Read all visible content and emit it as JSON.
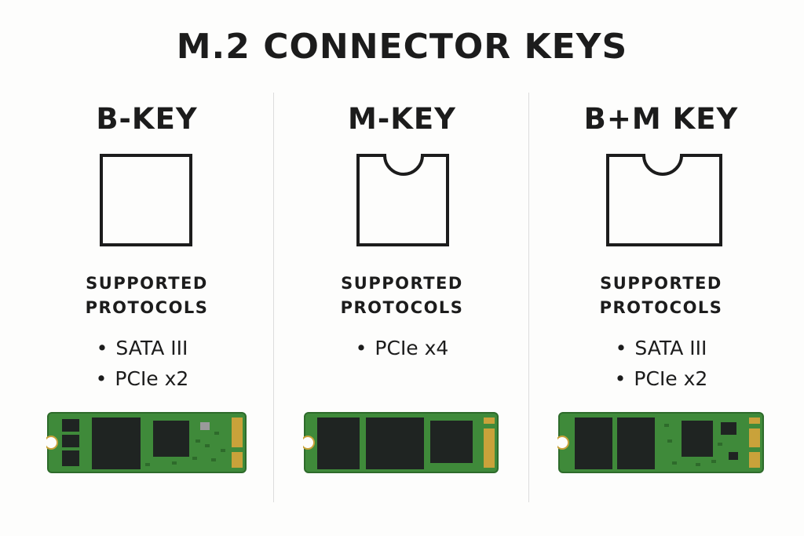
{
  "title": "M.2 CONNECTOR KEYS",
  "columns": [
    {
      "name": "B-KEY",
      "protocols_heading": [
        "SUPPORTED",
        "PROTOCOLS"
      ],
      "protocols": [
        "SATA III",
        "PCIe x2"
      ],
      "key_notch": "none",
      "board_variant": "b-key"
    },
    {
      "name": "M-KEY",
      "protocols_heading": [
        "SUPPORTED",
        "PROTOCOLS"
      ],
      "protocols": [
        "PCIe x4"
      ],
      "key_notch": "center",
      "board_variant": "m-key"
    },
    {
      "name": "B+M KEY",
      "protocols_heading": [
        "SUPPORTED",
        "PROTOCOLS"
      ],
      "protocols": [
        "SATA III",
        "PCIe x2"
      ],
      "key_notch": "center",
      "board_variant": "bm-key"
    }
  ],
  "colors": {
    "pcb": "#3f8a3a",
    "pcb_dark": "#2e6b2b",
    "chip": "#1f2422",
    "gold": "#c9a23a",
    "outline": "#1c1c1c"
  },
  "bullet": "•"
}
